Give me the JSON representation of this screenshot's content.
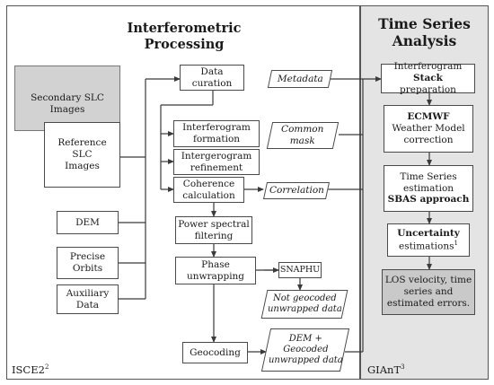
{
  "left_panel": {
    "title": "Interferometric Processing",
    "corner_label": "ISCE2",
    "corner_sup": "2"
  },
  "right_panel": {
    "title_line1": "Time Series",
    "title_line2": "Analysis",
    "corner_label": "GIAnT",
    "corner_sup": "3"
  },
  "inputs": {
    "secondary": [
      "Secondary SLC",
      "Images"
    ],
    "reference": [
      "Reference SLC",
      "Images"
    ],
    "dem": "DEM",
    "orbits": [
      "Precise",
      "Orbits"
    ],
    "auxiliary": [
      "Auxiliary",
      "Data"
    ]
  },
  "steps": {
    "curation": [
      "Data",
      "curation"
    ],
    "formation": [
      "Interferogram",
      "formation"
    ],
    "refinement": [
      "Intergerogram",
      "refinement"
    ],
    "coherence": [
      "Coherence",
      "calculation"
    ],
    "filtering": [
      "Power spectral",
      "filtering"
    ],
    "unwrapping": [
      "Phase",
      "unwrapping"
    ],
    "snaphu": "SNAPHU",
    "geocoding": "Geocoding"
  },
  "outputs": {
    "metadata": "Metadata",
    "common_mask": [
      "Common",
      "mask"
    ],
    "correlation": "Correlation",
    "not_geocoded": [
      "Not geocoded",
      "unwrapped data"
    ],
    "geocoded": [
      "DEM +",
      "Geocoded",
      "unwrapped data"
    ]
  },
  "ts_steps": {
    "stack": {
      "line1": "Interferogram",
      "line2_bold": "Stack",
      "line2_rest": " preparation"
    },
    "ecmwf": {
      "bold": "ECMWF",
      "line2": "Weather Model",
      "line3": "correction"
    },
    "sbas": {
      "line1": "Time Series",
      "line2": "estimation",
      "bold": "SBAS approach"
    },
    "uncertainty": {
      "bold": "Uncertainty",
      "line2": "estimations",
      "sup": "1"
    },
    "result": [
      "LOS velocity, time",
      "series and",
      "estimated errors."
    ]
  },
  "colors": {
    "right_panel_bg": "#e4e4e4",
    "input_shade": "#d2d2d2",
    "result_bg": "#c9c9c9",
    "line": "#3a3a3a"
  }
}
